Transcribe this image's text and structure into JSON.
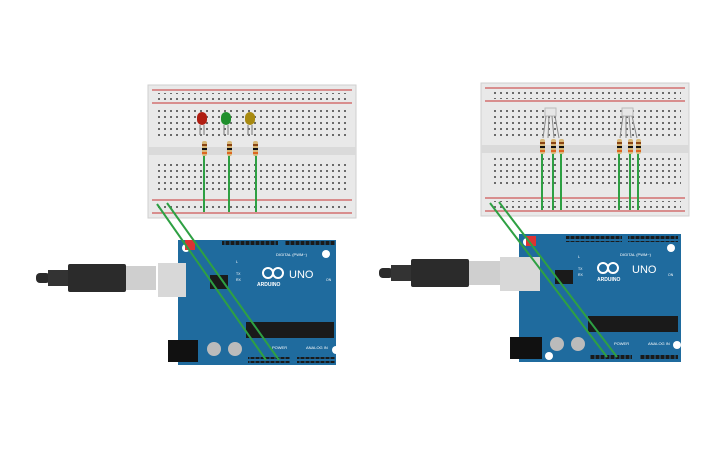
{
  "circuits": [
    {
      "id": "left",
      "board": {
        "brand": "ARDUINO",
        "model": "UNO",
        "digital_header": "DIGITAL (PWM~)",
        "power_header": "POWER",
        "analog_header": "ANALOG IN",
        "tx_label": "TX",
        "rx_label": "RX",
        "on_label": "ON",
        "l_label": "L"
      },
      "leds": [
        {
          "name": "red-led",
          "color": "#b01e12"
        },
        {
          "name": "green-led",
          "color": "#1f8f2c"
        },
        {
          "name": "yellow-led",
          "color": "#a88a10"
        }
      ]
    },
    {
      "id": "right",
      "board": {
        "brand": "ARDUINO",
        "model": "UNO",
        "digital_header": "DIGITAL (PWM~)",
        "power_header": "POWER",
        "analog_header": "ANALOG IN",
        "tx_label": "TX",
        "rx_label": "RX",
        "on_label": "ON",
        "l_label": "L"
      },
      "leds": [
        {
          "name": "rgb-led-1",
          "color": "#e6e6e6"
        },
        {
          "name": "rgb-led-2",
          "color": "#e6e6e6"
        }
      ]
    }
  ],
  "colors": {
    "board": "#1f6b9e",
    "breadboard": "#e9e9e9",
    "wire": "#2ea043",
    "rail_red": "#c83232",
    "usb_cable": "#2b2b2b"
  }
}
